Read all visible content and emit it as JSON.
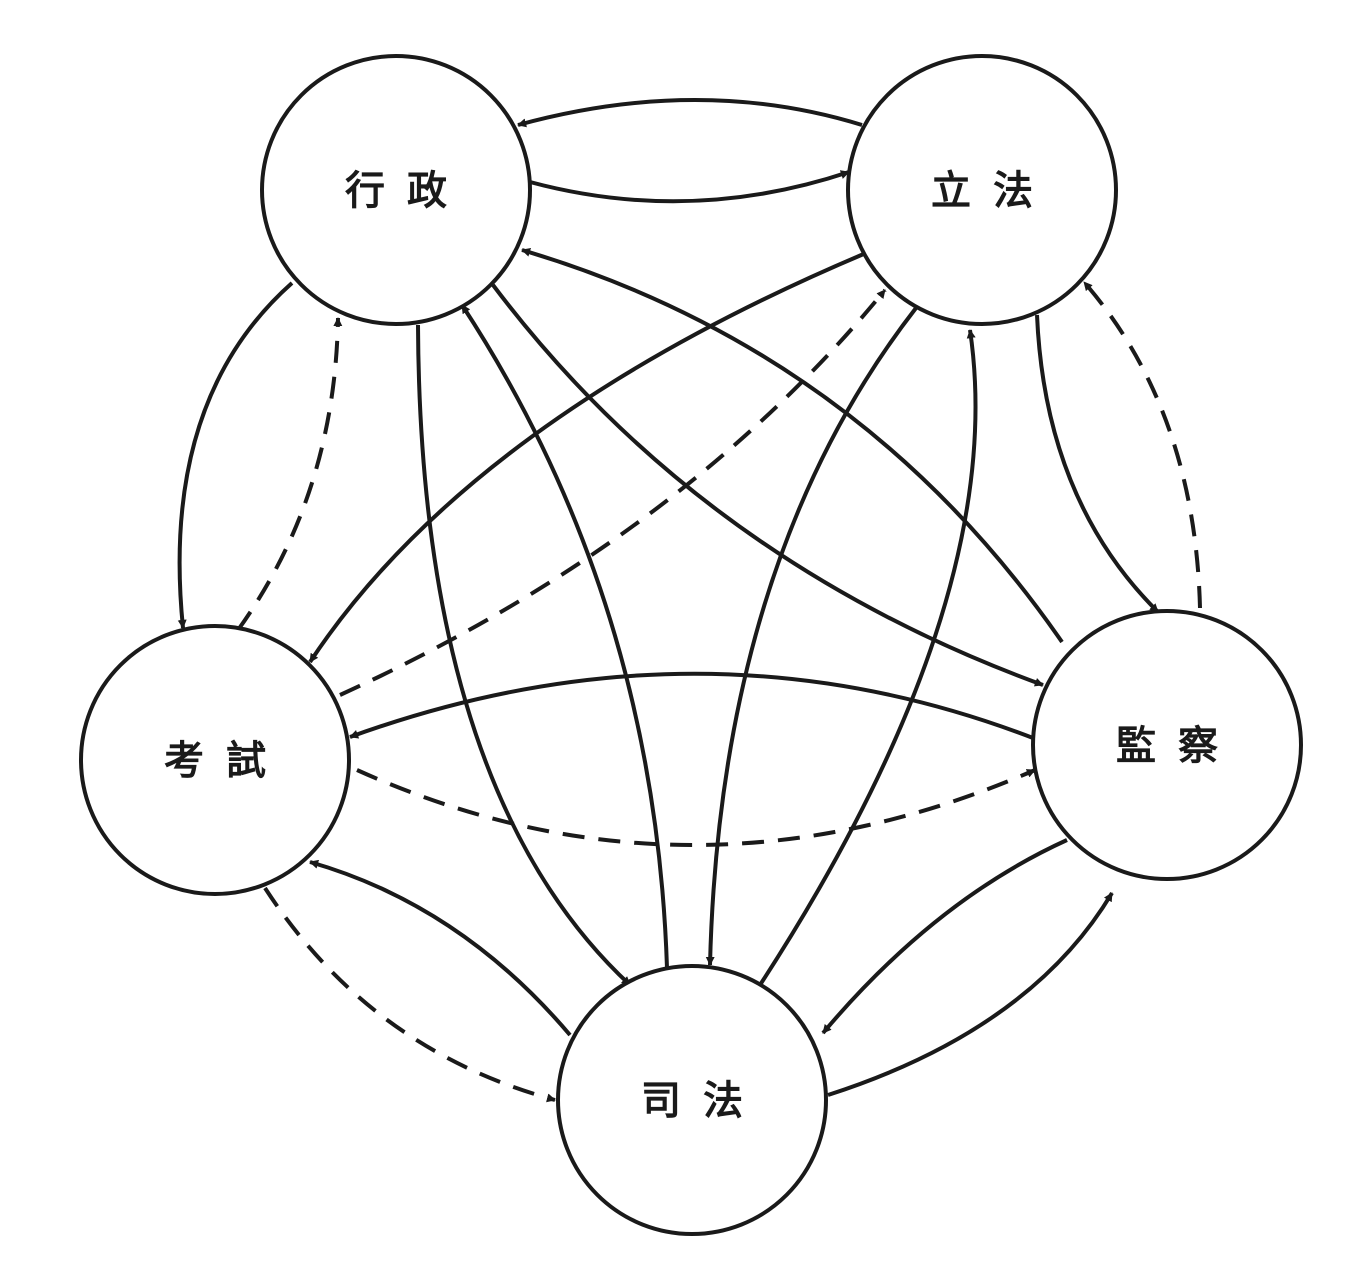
{
  "diagram": {
    "nodes": [
      {
        "id": "exec",
        "label": "行政"
      },
      {
        "id": "leg",
        "label": "立法"
      },
      {
        "id": "exam",
        "label": "考試"
      },
      {
        "id": "ctrl",
        "label": "監察"
      },
      {
        "id": "jud",
        "label": "司法"
      }
    ],
    "edges": [
      {
        "from": "leg",
        "to": "exec",
        "style": "solid"
      },
      {
        "from": "exec",
        "to": "leg",
        "style": "solid"
      },
      {
        "from": "exec",
        "to": "exam",
        "style": "solid"
      },
      {
        "from": "exam",
        "to": "exec",
        "style": "dashed"
      },
      {
        "from": "exec",
        "to": "jud",
        "style": "solid"
      },
      {
        "from": "jud",
        "to": "exec",
        "style": "solid"
      },
      {
        "from": "exec",
        "to": "ctrl",
        "style": "solid"
      },
      {
        "from": "ctrl",
        "to": "exec",
        "style": "solid"
      },
      {
        "from": "leg",
        "to": "exam",
        "style": "solid"
      },
      {
        "from": "exam",
        "to": "leg",
        "style": "dashed"
      },
      {
        "from": "leg",
        "to": "jud",
        "style": "solid"
      },
      {
        "from": "jud",
        "to": "leg",
        "style": "solid"
      },
      {
        "from": "leg",
        "to": "ctrl",
        "style": "solid"
      },
      {
        "from": "ctrl",
        "to": "leg",
        "style": "dashed"
      },
      {
        "from": "ctrl",
        "to": "exam",
        "style": "solid"
      },
      {
        "from": "exam",
        "to": "ctrl",
        "style": "dashed"
      },
      {
        "from": "exam",
        "to": "jud",
        "style": "dashed"
      },
      {
        "from": "jud",
        "to": "exam",
        "style": "solid"
      },
      {
        "from": "ctrl",
        "to": "jud",
        "style": "solid"
      },
      {
        "from": "jud",
        "to": "ctrl",
        "style": "solid"
      }
    ],
    "colors": {
      "stroke": "#1a1a1a",
      "fill": "#ffffff"
    }
  }
}
